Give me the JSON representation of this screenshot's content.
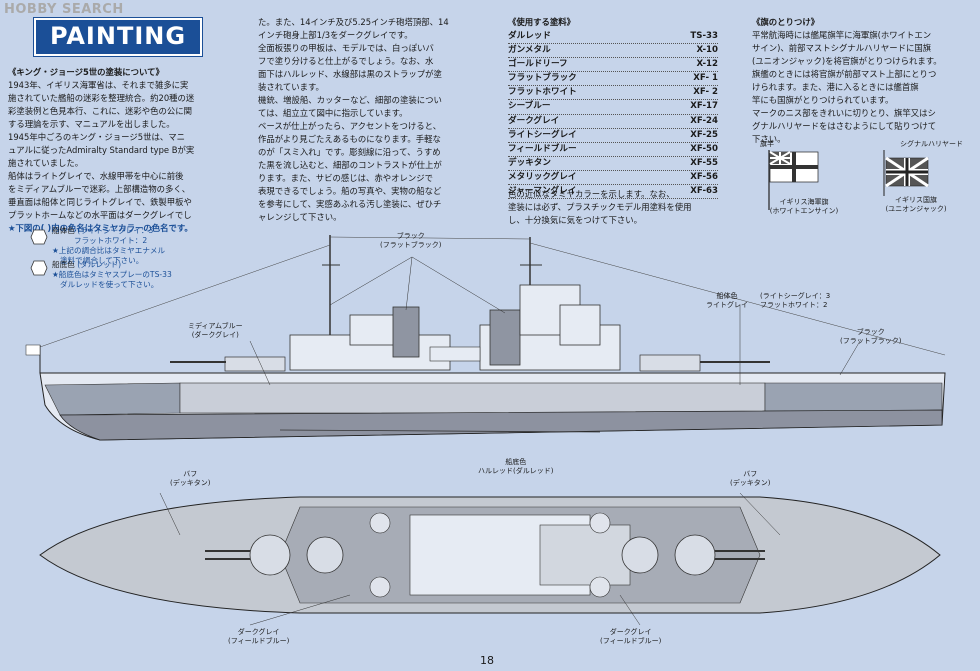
{
  "watermark": {
    "brand": "HOBBY",
    "rest": "SEARCH"
  },
  "title": "PAINTING",
  "intro": {
    "heading": "《キング・ジョージ5世の塗装について》",
    "lines": [
      "1943年、イギリス海軍省は、それまで雑多に実",
      "施されていた艦船の迷彩を整理統合。約20種の迷",
      "彩塗装例と色見本行、これに、迷彩や色の公に関",
      "する理論を示す、マニュアルを出しました。",
      "1945年中ごろのキング・ジョージ5世は、マニ",
      "ュアルに従ったAdmiralty Standard type Bが実",
      "施されていました。",
      "船体はライトグレイで、水線甲帯を中心に前後",
      "をミディアムブルーで迷彩。上部構造物の多く、",
      "垂直面は船体と同じライトグレイで、鉄製甲板や",
      "プラットホームなどの水平面はダークグレイでし"
    ],
    "note": "★下図の( )内の色名はタミヤカラーの色名です。"
  },
  "legend": [
    {
      "name": "船体色",
      "lines": [
        "(ライトシーグレイ：3",
        "フラットホワイト：2",
        "★上記の調合比はタミヤエナメル",
        "塗料で調合して下さい。"
      ]
    },
    {
      "name": "船底色",
      "lines": [
        "(ダルレッド)",
        "★船底色はタミヤスプレーのTS-33",
        "ダルレッドを使って下さい。"
      ]
    }
  ],
  "middle": {
    "lines": [
      "た。また、14インチ及び5.25インチ砲塔頂部、14",
      "インチ砲身上部1/3をダークグレイです。",
      "全面板張りの甲板は、モデルでは、白っぽいバ",
      "フで塗り分けると仕上がるでしょう。なお、水",
      "面下はハルレッド、水線部は黒のストラップが塗",
      "装されています。",
      "機銃、増設船、カッターなど、細部の塗装につい",
      "ては、組立立て図中に指示しています。",
      "ベースが仕上がったら、アクセントをつけると、",
      "作品がより見ごたえあるものになります。手軽な",
      "のが「スミ入れ」です。彫刻線に沿って、うすめ",
      "た黒を流し込むと、細部のコントラストが仕上が",
      "ります。また、サビの感じは、赤やオレンジで",
      "表現できるでしょう。船の写真や、実物の船など",
      "を参考にして、実感あふれる汚し塗装に、ぜひチ",
      "ャレンジして下さい。"
    ]
  },
  "paints": {
    "heading": "《使用する塗料》",
    "items": [
      {
        "name": "ダルレッド",
        "code": "TS-33"
      },
      {
        "name": "ガンメタル",
        "code": "X-10"
      },
      {
        "name": "ゴールドリーフ",
        "code": "X-12"
      },
      {
        "name": "フラットブラック",
        "code": "XF- 1"
      },
      {
        "name": "フラットホワイト",
        "code": "XF- 2"
      },
      {
        "name": "シーブルー",
        "code": "XF-17"
      },
      {
        "name": "ダークグレイ",
        "code": "XF-24"
      },
      {
        "name": "ライトシーグレイ",
        "code": "XF-25"
      },
      {
        "name": "フィールドブルー",
        "code": "XF-50"
      },
      {
        "name": "デッキタン",
        "code": "XF-55"
      },
      {
        "name": "メタリックグレイ",
        "code": "XF-56"
      },
      {
        "name": "ジャーマングレイ",
        "code": "XF-63"
      }
    ],
    "note_lines": [
      "色の近似なタミヤカラーを示します。なお、",
      "塗装には必ず、プラスチックモデル用塗料を使用",
      "し、十分換気に気をつけて下さい。"
    ]
  },
  "flags": {
    "heading": "《旗のとりつけ》",
    "lines": [
      "平常航海時には艦尾旗竿に海軍旗(ホワイトエン",
      "サイン)、前部マストシグナルハリヤードに国旗",
      "(ユニオンジャック)を将官旗がとりつけられます。",
      "旗艦のときには将官旗が前部マスト上部にとりつ",
      "けられます。また、港に入るときには艦首旗",
      "竿にも国旗がとりつけられています。",
      "マークのニス部をきれいに切りとり、旗竿又はシ",
      "グナルハリヤードをはさむようにして貼りつけて",
      "下さい。"
    ],
    "ensign_label": "旗竿",
    "ensign_cap": [
      "イギリス海軍旗",
      "(ホワイトエンサイン)"
    ],
    "jack_label": "シグナルハリヤード",
    "jack_cap": [
      "イギリス国旗",
      "(ユニオンジャック)"
    ]
  },
  "labels": {
    "black_top": [
      "ブラック",
      "(フラットブラック)"
    ],
    "medium_blue": [
      "ミディアムブルー",
      "(ダークグレイ)"
    ],
    "hull_color": [
      "船体色",
      "ライトグレイ"
    ],
    "hull_mix": [
      "(ライトシーグレイ：3",
      "フラットホワイト：2"
    ],
    "black_right": [
      "ブラック",
      "(フラットブラック)"
    ],
    "bottom_color": [
      "船底色",
      "ハルレッド(ダルレッド)"
    ],
    "buff_left": [
      "バフ",
      "(デッキタン)"
    ],
    "buff_right": [
      "バフ",
      "(デッキタン)"
    ],
    "dark_gray_left": [
      "ダークグレイ",
      "(フィールドブルー)"
    ],
    "dark_gray_right": [
      "ダークグレイ",
      "(フィールドブルー)"
    ]
  },
  "page_number": "18",
  "colors": {
    "title_bg": "#1b4f97",
    "page_bg": "#c6d4ea",
    "hull": "#e4e9f2",
    "camo": "#9aa3b2",
    "bottom": "#8d92a0",
    "deck": "#bfc4cc"
  }
}
